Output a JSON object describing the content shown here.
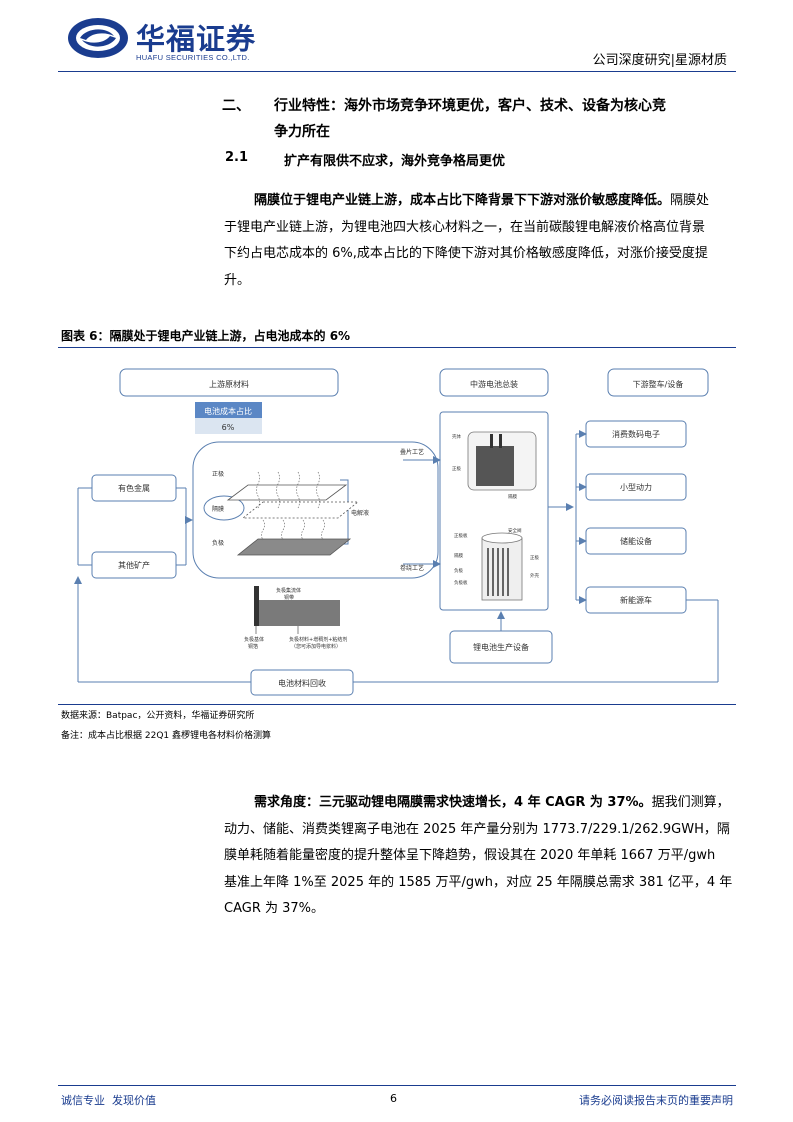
{
  "header": {
    "company_name": "华福证券",
    "company_name_en": "HUAFU SECURITIES CO.,LTD.",
    "report_type": "公司深度研究|星源材质"
  },
  "section": {
    "number": "二、",
    "title_line1": "行业特性：海外市场竞争环境更优，客户、技术、设备为核心竞",
    "title_line2": "争力所在"
  },
  "subsection": {
    "number": "2.1",
    "title": "扩产有限供不应求，海外竞争格局更优"
  },
  "paragraph1": {
    "bold": "隔膜位于锂电产业链上游，成本占比下降背景下下游对涨价敏感度降低。",
    "line1": "隔膜处",
    "line2": "于锂电产业链上游，为锂电池四大核心材料之一，在当前碳酸锂电解液价格高位背景",
    "line3": "下约占电芯成本的 6%,成本占比的下降使下游对其价格敏感度降低，对涨价接受度提",
    "line4": "升。"
  },
  "figure": {
    "title": "图表 6：隔膜处于锂电产业链上游，占电池成本的 6%",
    "source": "数据来源：Batpac，公开资料，华福证券研究所",
    "note": "备注：成本占比根据 22Q1 鑫椤锂电各材料价格测算",
    "diagram": {
      "upstream_title": "上游原材料",
      "midstream_title": "中游电池总装",
      "downstream_title": "下游整车/设备",
      "cost_share_label": "电池成本占比",
      "cost_share_value": "6%",
      "left_boxes": [
        "有色金属",
        "其他矿产"
      ],
      "layer_labels": [
        "正极",
        "隔膜",
        "负极"
      ],
      "electrolyte_label": "电解液",
      "process_top": "叠片工艺",
      "process_bottom": "卷绕工艺",
      "collector_label_line1": "负极集流体",
      "collector_label_line2": "铜带",
      "substrate_label_line1": "负极基体",
      "substrate_label_line2": "铜箔",
      "material_label_line1": "负极材料+增稠剂+粘结剂",
      "material_label_line2": "（您可添加导电浆料）",
      "pouch_labels": [
        "壳体",
        "正极",
        "隔膜"
      ],
      "cyl_labels": [
        "正极板",
        "隔膜",
        "负极",
        "负极板",
        "安全阀",
        "正极",
        "外壳"
      ],
      "equipment_box": "锂电池生产设备",
      "recycle_box": "电池材料回收",
      "downstream_boxes": [
        "消费数码电子",
        "小型动力",
        "储能设备",
        "新能源车"
      ]
    }
  },
  "paragraph2": {
    "bold": "需求角度：三元驱动锂电隔膜需求快速增长，4 年 CAGR 为 37%。",
    "line1": "据我们测算，",
    "line2": "动力、储能、消费类锂离子电池在 2025 年产量分别为 1773.7/229.1/262.9GWH，隔",
    "line3": "膜单耗随着能量密度的提升整体呈下降趋势，假设其在 2020 年单耗 1667 万平/gwh",
    "line4": "基准上年降 1%至 2025 年的 1585 万平/gwh，对应 25 年隔膜总需求 381 亿平，4 年",
    "line5": "CAGR 为 37%。"
  },
  "footer": {
    "left": "诚信专业  发现价值",
    "page": "6",
    "right": "请务必阅读报告末页的重要声明"
  },
  "colors": {
    "brand_blue": "#1a3c8f",
    "diagram_line": "#5a7fb0",
    "cost_box_header": "#5b87c5",
    "cost_box_body": "#dbe5f1"
  }
}
